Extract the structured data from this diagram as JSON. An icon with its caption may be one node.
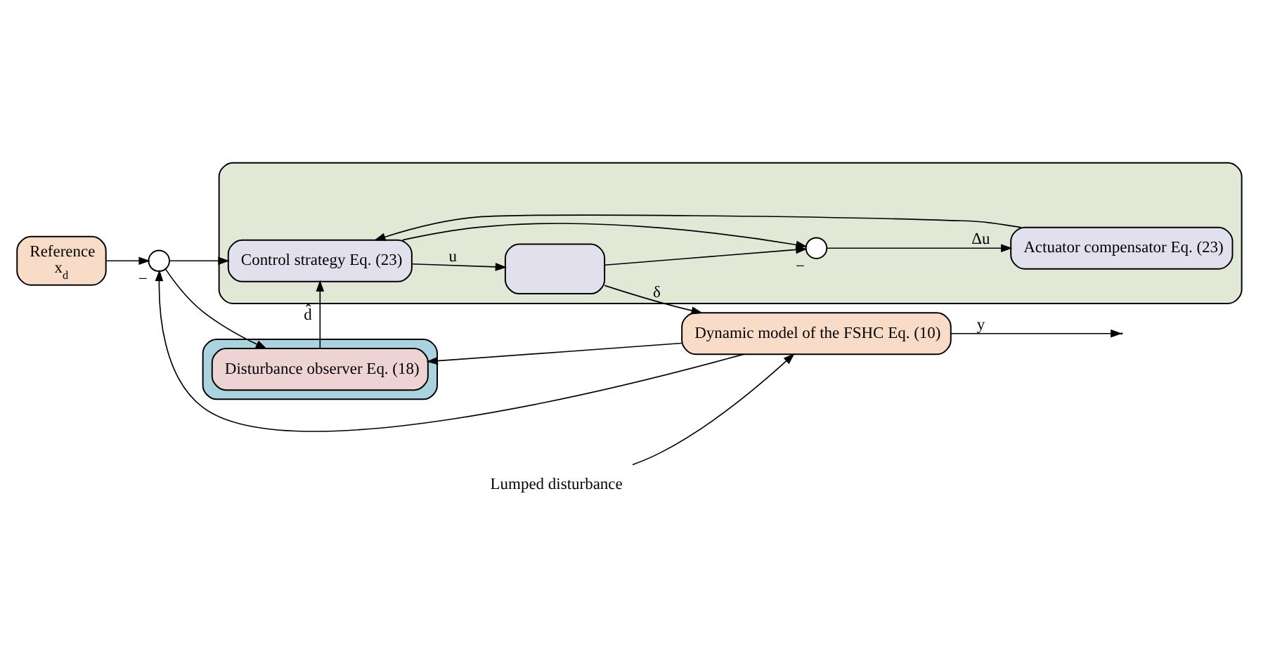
{
  "diagram": {
    "nodes": [
      {
        "text": [
          "Reference",
          "x$_{d}$"
        ]
      },
      {
        "text": [],
        "shape": "circle",
        "beside": [
          "−"
        ]
      },
      {
        "text": [],
        "shape": "box"
      },
      {
        "text": [
          "Control strategy Eq. (23)"
        ],
        "in": 2
      },
      {
        "text": [],
        "shape": "box",
        "in": 2
      },
      {
        "text": [],
        "shape": "circle",
        "beside": [
          "−"
        ],
        "in": 2
      },
      {
        "text": [
          "Actuator compensator Eq. (23)"
        ],
        "in": 2
      },
      {
        "text": [],
        "shape": "box"
      },
      {
        "text": [
          "Disturbance observer Eq. (18)"
        ],
        "in": 7
      },
      {
        "text": [
          "Lumped disturbance"
        ]
      },
      {
        "text": [
          "Dynamic model of the FSHC Eq. (10)"
        ]
      }
    ],
    "edges": [
      {
        "from": 0,
        "to": 1,
        "arrow": "to"
      },
      {
        "from": 1,
        "to": 3,
        "arrow": "to"
      },
      {
        "from": 3,
        "to": 4,
        "label": "u",
        "arrow": "to"
      },
      {
        "from": 4,
        "to": 10,
        "label": "δ",
        "arrow": "to"
      },
      {
        "from": 3,
        "to": 5,
        "arrow": "to"
      },
      {
        "from": 4,
        "to": 5,
        "arrow": "to"
      },
      {
        "from": 5,
        "to": 6,
        "label": "Δu",
        "arrow": "to"
      },
      {
        "from": 6,
        "to": 3,
        "arrow": "to"
      },
      {
        "from": 8,
        "to": 3,
        "label": "d̂",
        "arrow": "to"
      },
      {
        "from": 1,
        "to": 8,
        "arrow": "to"
      },
      {
        "from": 9,
        "to": 10,
        "arrow": "to"
      },
      {
        "from": 10,
        "to": null,
        "label": "y",
        "arrow": "to"
      },
      {
        "from": 10,
        "to": 8,
        "arrow": "to"
      },
      {
        "from": 10,
        "to": 1,
        "arrow": "to"
      }
    ]
  }
}
